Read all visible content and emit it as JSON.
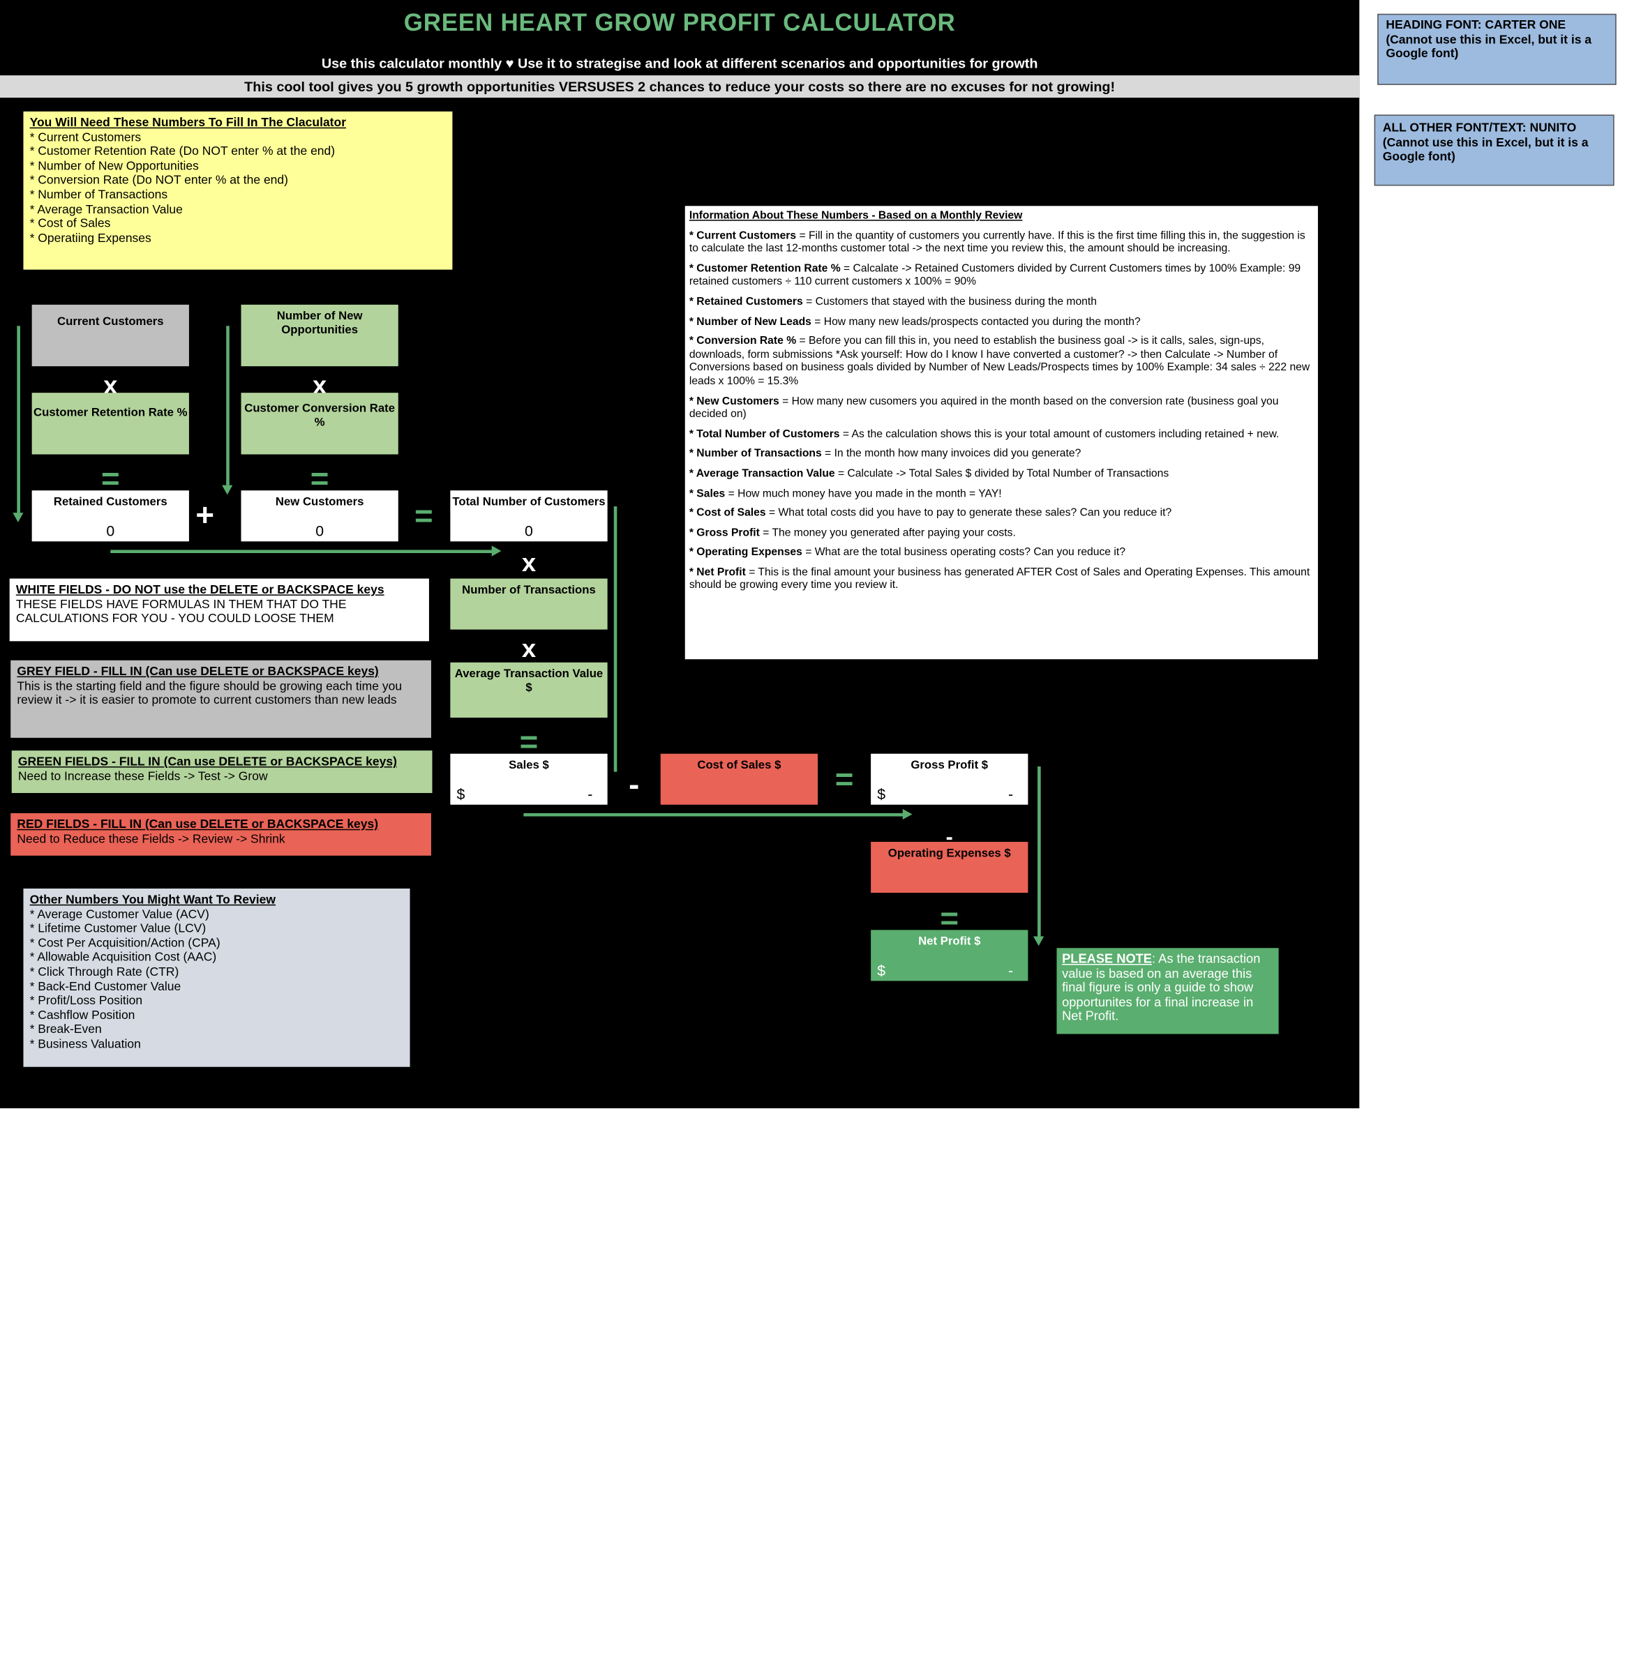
{
  "header": {
    "title": "GREEN HEART GROW PROFIT CALCULATOR",
    "subtitle": "Use this calculator monthly ♥ Use it to strategise and look at different scenarios and opportunities for growth",
    "band": "This cool tool gives you 5 growth opportunities VERSUSES 2 chances to reduce your costs so there are no excuses for not growing!"
  },
  "needed": {
    "heading": "You Will Need These Numbers To Fill In The Claculator",
    "items": [
      "* Current Customers",
      "* Customer Retention Rate (Do NOT enter % at the end)",
      "* Number of New Opportunities",
      "* Conversion Rate (Do NOT enter % at the end)",
      "* Number of Transactions",
      "* Average Transaction Value",
      "* Cost of Sales",
      "* Operatiing Expenses"
    ]
  },
  "calc": {
    "current_customers": "Current Customers",
    "new_opportunities": "Number of New Opportunities",
    "retention_rate": "Customer Retention Rate %",
    "conversion_rate": "Customer Conversion Rate %",
    "retained_customers": "Retained Customers",
    "retained_value": "0",
    "new_customers": "New Customers",
    "new_value": "0",
    "total_customers": "Total  Number of Customers",
    "total_value": "0",
    "transactions": "Number of Transactions",
    "avg_value": "Average Transaction Value $",
    "sales": "Sales $",
    "cost_of_sales": "Cost of Sales $",
    "gross_profit": "Gross Profit $",
    "operating_expenses": "Operating Expenses $",
    "net_profit": "Net Profit $",
    "currency": "$",
    "dash": "-",
    "op_times": "x",
    "op_equals": "=",
    "op_plus": "+",
    "op_minus": "-"
  },
  "legend": {
    "white_heading": "WHITE FIELDS - DO NOT use the  DELETE or BACKSPACE keys",
    "white_text": "THESE FIELDS HAVE FORMULAS IN THEM THAT DO THE CALCULATIONS FOR YOU - YOU COULD LOOSE THEM",
    "grey_heading": "GREY FIELD - FILL IN (Can use DELETE or BACKSPACE keys)",
    "grey_text": "This is the starting field and the figure should be growing each time you review it  -> it is easier to promote to current customers than new leads",
    "green_heading": "GREEN FIELDS - FILL IN (Can use DELETE or BACKSPACE keys)",
    "green_text": "Need to Increase these Fields -> Test -> Grow",
    "red_heading": "RED FIELDS - FILL IN (Can use DELETE or BACKSPACE keys)",
    "red_text": "Need to Reduce these Fields -> Review -> Shrink"
  },
  "other": {
    "heading": "Other Numbers You Might Want To Review",
    "items": [
      "* Average Customer Value (ACV)",
      "* Lifetime Customer Value (LCV)",
      "* Cost Per Acquisition/Action (CPA)",
      "* Allowable Acquisition Cost (AAC)",
      "* Click Through Rate (CTR)",
      "* Back-End Customer Value",
      "* Profit/Loss Position",
      "* Cashflow Position",
      "* Break-Even",
      "* Business Valuation"
    ]
  },
  "info": {
    "heading": "Information About These Numbers - Based on a Monthly Review",
    "items": [
      {
        "term": "* Current Customers",
        "text": " = Fill in the quantity of customers you currently have.  If this is the first time filling this in, the suggestion is to calculate the last 12-months customer total -> the next time you review this, the amount should be increasing."
      },
      {
        "term": "* Customer Retention Rate %",
        "text": " = Calcalate -> Retained Customers divided by Current Customers times by 100% Example:  99 retained customers  ÷  110 current customers x 100% = 90%"
      },
      {
        "term": "* Retained Customers",
        "text": " = Customers that stayed with the business during the month"
      },
      {
        "term": "* Number of New Leads",
        "text": " = How many new leads/prospects contacted you during the month?"
      },
      {
        "term": "* Conversion Rate %",
        "text": " = Before you can fill this in, you need to establish the business goal -> is it calls, sales, sign-ups, downloads, form submissions *Ask yourself: How do I know I have converted a customer? -> then Calculate -> Number of Conversions based on business goals divided by Number of New Leads/Prospects times by 100% Example:   34 sales  ÷ 222 new leads x 100% = 15.3%"
      },
      {
        "term": "* New Customers",
        "text": " = How many new cusomers you aquired in the month based on the conversion rate (business goal you decided on)"
      },
      {
        "term": "* Total Number of Customers",
        "text": " = As the calculation shows this is your total amount of customers including retained + new."
      },
      {
        "term": "* Number of Transactions",
        "text": " = In the month how many invoices did you generate?"
      },
      {
        "term": "* Average Transaction Value",
        "text": " = Calculate -> Total Sales $ divided by Total Number of Transactions"
      },
      {
        "term": "* Sales",
        "text": " = How much money have you made in the month = YAY!"
      },
      {
        "term": "* Cost of Sales",
        "text": " = What total costs did you have to pay to generate these sales? Can you reduce it?"
      },
      {
        "term": "* Gross Profit",
        "text": " = The money you generated after paying your costs."
      },
      {
        "term": "* Operating Expenses",
        "text": " = What are the total business operating costs?  Can you reduce it?"
      },
      {
        "term": "* Net Profit",
        "text": " = This is the final amount your business has generated AFTER Cost of Sales and Operating Expenses.  This amount should be growing every time you review it."
      }
    ]
  },
  "note": {
    "label": "PLEASE NOTE",
    "text": ":  As the transaction value is based on an average this final figure is only a guide to show opportunites for a final increase in Net Profit."
  },
  "side": {
    "heading_font": "HEADING FONT: CARTER ONE  (Cannot use this in Excel, but it is a Google font)",
    "body_font": "ALL OTHER FONT/TEXT: NUNITO (Cannot use this in Excel, but it is a Google font)"
  },
  "colors": {
    "accent_green": "#5aae6f",
    "title_green": "#6ab97d",
    "field_green": "#b3d39c",
    "field_red": "#ea6357",
    "field_grey": "#bfbfbf",
    "note_blue": "#9dbbdf",
    "instructions_yellow": "#ffff99"
  }
}
